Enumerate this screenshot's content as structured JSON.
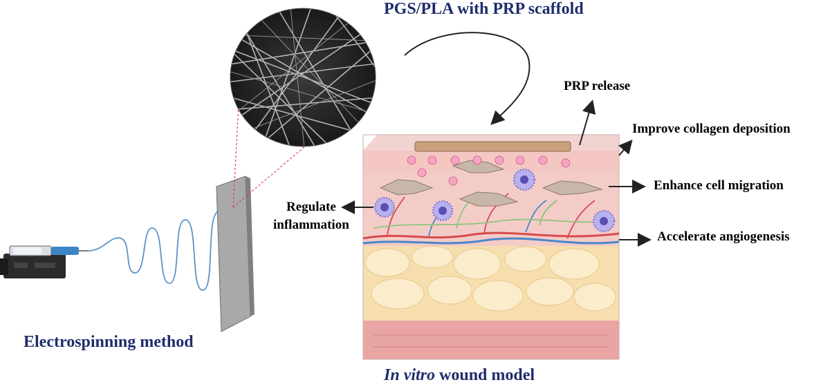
{
  "labels": {
    "scaffold_title": "PGS/PLA with PRP scaffold",
    "method": "Electrospinning  method",
    "model_italic": "In vitro",
    "model_rest": " wound model",
    "prp_release": "PRP release",
    "collagen": "Improve  collagen deposition",
    "migration": "Enhance cell migration",
    "angiogenesis": "Accelerate angiogenesis",
    "inflammation_line1": "Regulate",
    "inflammation_line2": "inflammation"
  },
  "colors": {
    "title_navy": "#1f2d6b",
    "skin_top": "#f3c9c6",
    "fat": "#f7deae",
    "muscle": "#e9a4a4",
    "vessel_red": "#d94a4a",
    "vessel_blue": "#4a86c8",
    "nerve_green": "#8cc67a",
    "immune_purple": "#7a6fd0"
  }
}
